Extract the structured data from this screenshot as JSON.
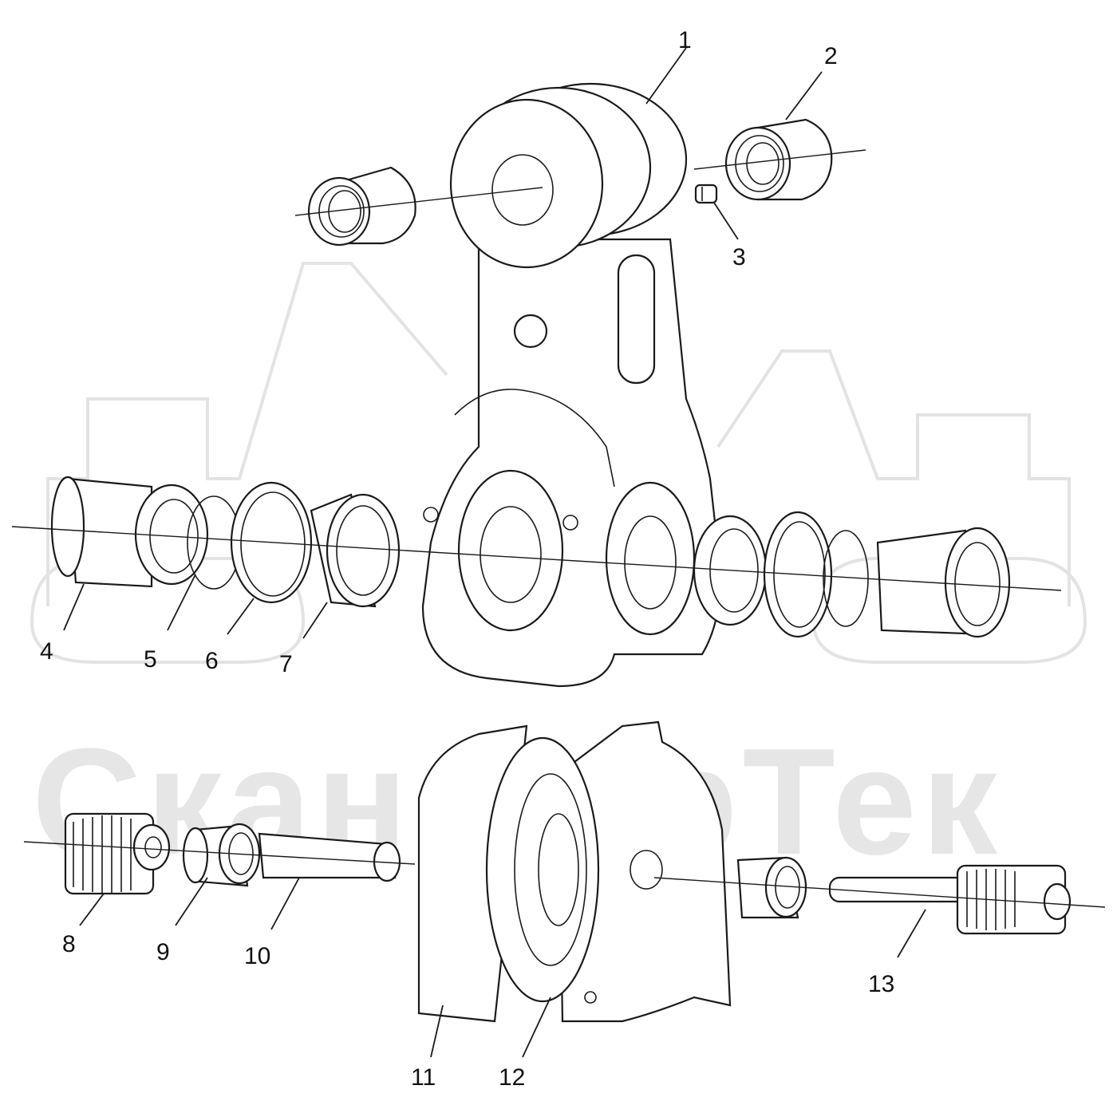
{
  "watermark": {
    "text": "СканфорТек",
    "color": "#e6e6e6"
  },
  "callouts": [
    {
      "id": "1",
      "label": "1"
    },
    {
      "id": "2",
      "label": "2"
    },
    {
      "id": "3",
      "label": "3"
    },
    {
      "id": "4",
      "label": "4"
    },
    {
      "id": "5",
      "label": "5"
    },
    {
      "id": "6",
      "label": "6"
    },
    {
      "id": "7",
      "label": "7"
    },
    {
      "id": "8",
      "label": "8"
    },
    {
      "id": "9",
      "label": "9"
    },
    {
      "id": "10",
      "label": "10"
    },
    {
      "id": "11",
      "label": "11"
    },
    {
      "id": "12",
      "label": "12"
    },
    {
      "id": "13",
      "label": "13"
    }
  ],
  "colors": {
    "line": "#1a1a1a",
    "background": "#ffffff"
  }
}
